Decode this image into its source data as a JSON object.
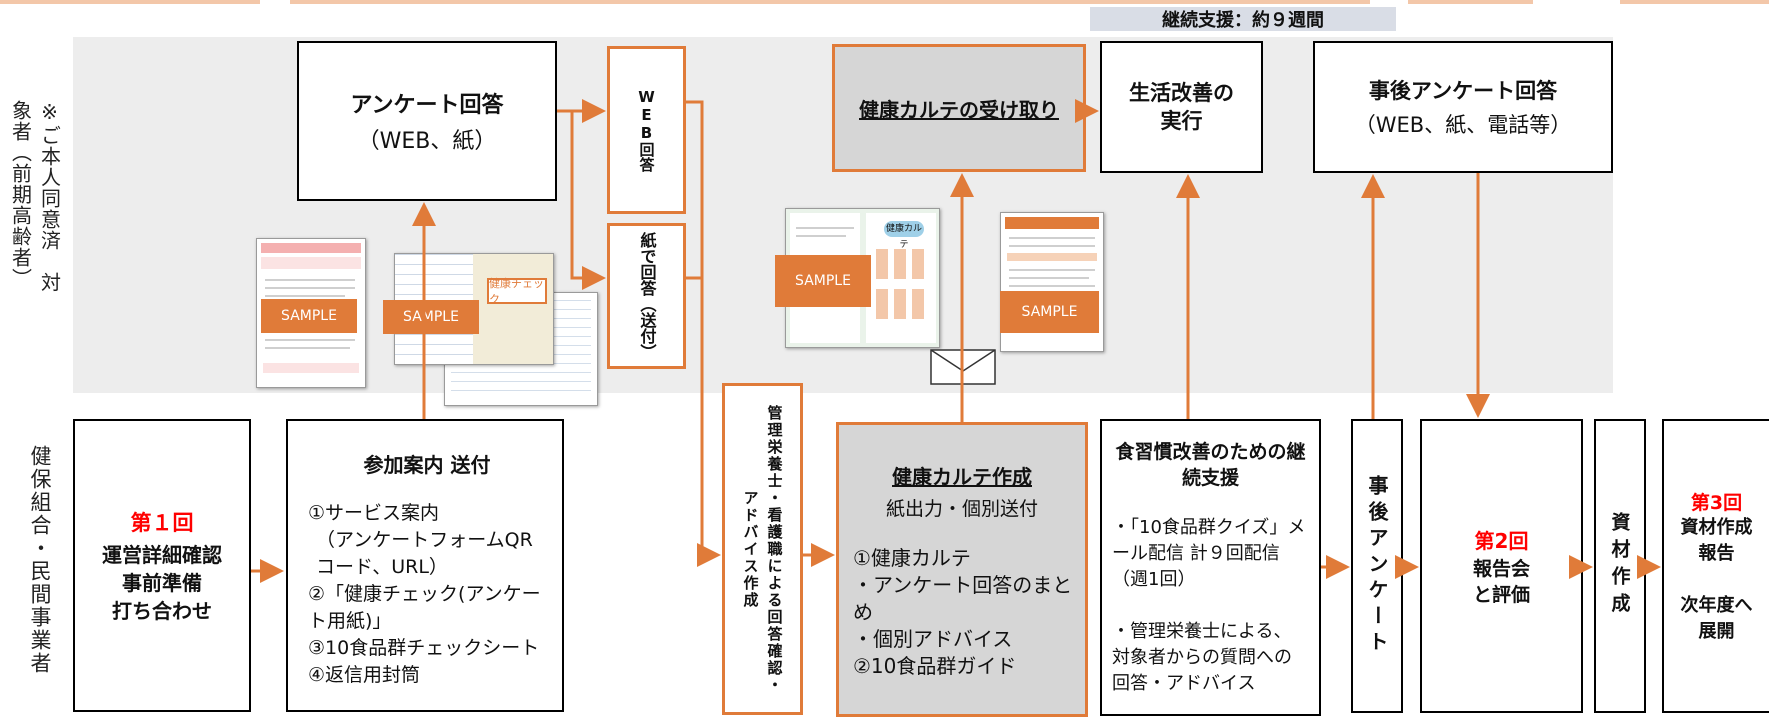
{
  "colors": {
    "accent": "#e07b39",
    "emphasis": "#ff0000",
    "band": "#ededed"
  },
  "header_banner": "継続支援：約９週間",
  "side_labels": {
    "top": "※ご本人同意済　対象者（前期高齢者）",
    "bottom": "健保組合・民間事業者"
  },
  "sample_label": "SAMPLE",
  "boxes": {
    "survey_answer": {
      "title": "アンケート回答",
      "sub": "（WEB、紙）"
    },
    "web_answer": "WEB回答",
    "paper_answer": "紙で回答（送付）",
    "receive_karte": "健康カルテの受け取り",
    "lifestyle": "生活改善の実行",
    "post_survey_answer": {
      "title": "事後アンケート回答",
      "sub": "（WEB、紙、電話等）"
    },
    "meeting": {
      "round": "第１回",
      "lines": [
        "運営詳細確認",
        "事前準備",
        "打ち合わせ"
      ]
    },
    "invitation": {
      "title": "参加案内 送付",
      "items": [
        "①サービス案内",
        "（アンケートフォームQRコード、URL）",
        "②「健康チェック(アンケート用紙)」",
        "③10食品群チェックシート",
        "④返信用封筒"
      ]
    },
    "review": "管理栄養士・看護職による回答確認・アドバイス作成",
    "karte_create": {
      "title": "健康カルテ作成",
      "sub": "紙出力・個別送付",
      "items": [
        "①健康カルテ",
        "・アンケート回答のまとめ",
        "・個別アドバイス",
        "②10食品群ガイド"
      ]
    },
    "continuous": {
      "title": "食習慣改善のための継続支援",
      "items": [
        "・「10食品群クイズ」メール配信 計９回配信（週1回）",
        "・管理栄養士による、対象者からの質問への回答・アドバイス"
      ]
    },
    "post_survey": "事後アンケート",
    "report": {
      "round": "第2回",
      "lines": [
        "報告会",
        "と評価"
      ]
    },
    "materials": "資材作成",
    "final": {
      "round": "第3回",
      "lines": [
        "資材作成",
        "報告",
        "",
        "次年度へ",
        "展開"
      ]
    }
  }
}
